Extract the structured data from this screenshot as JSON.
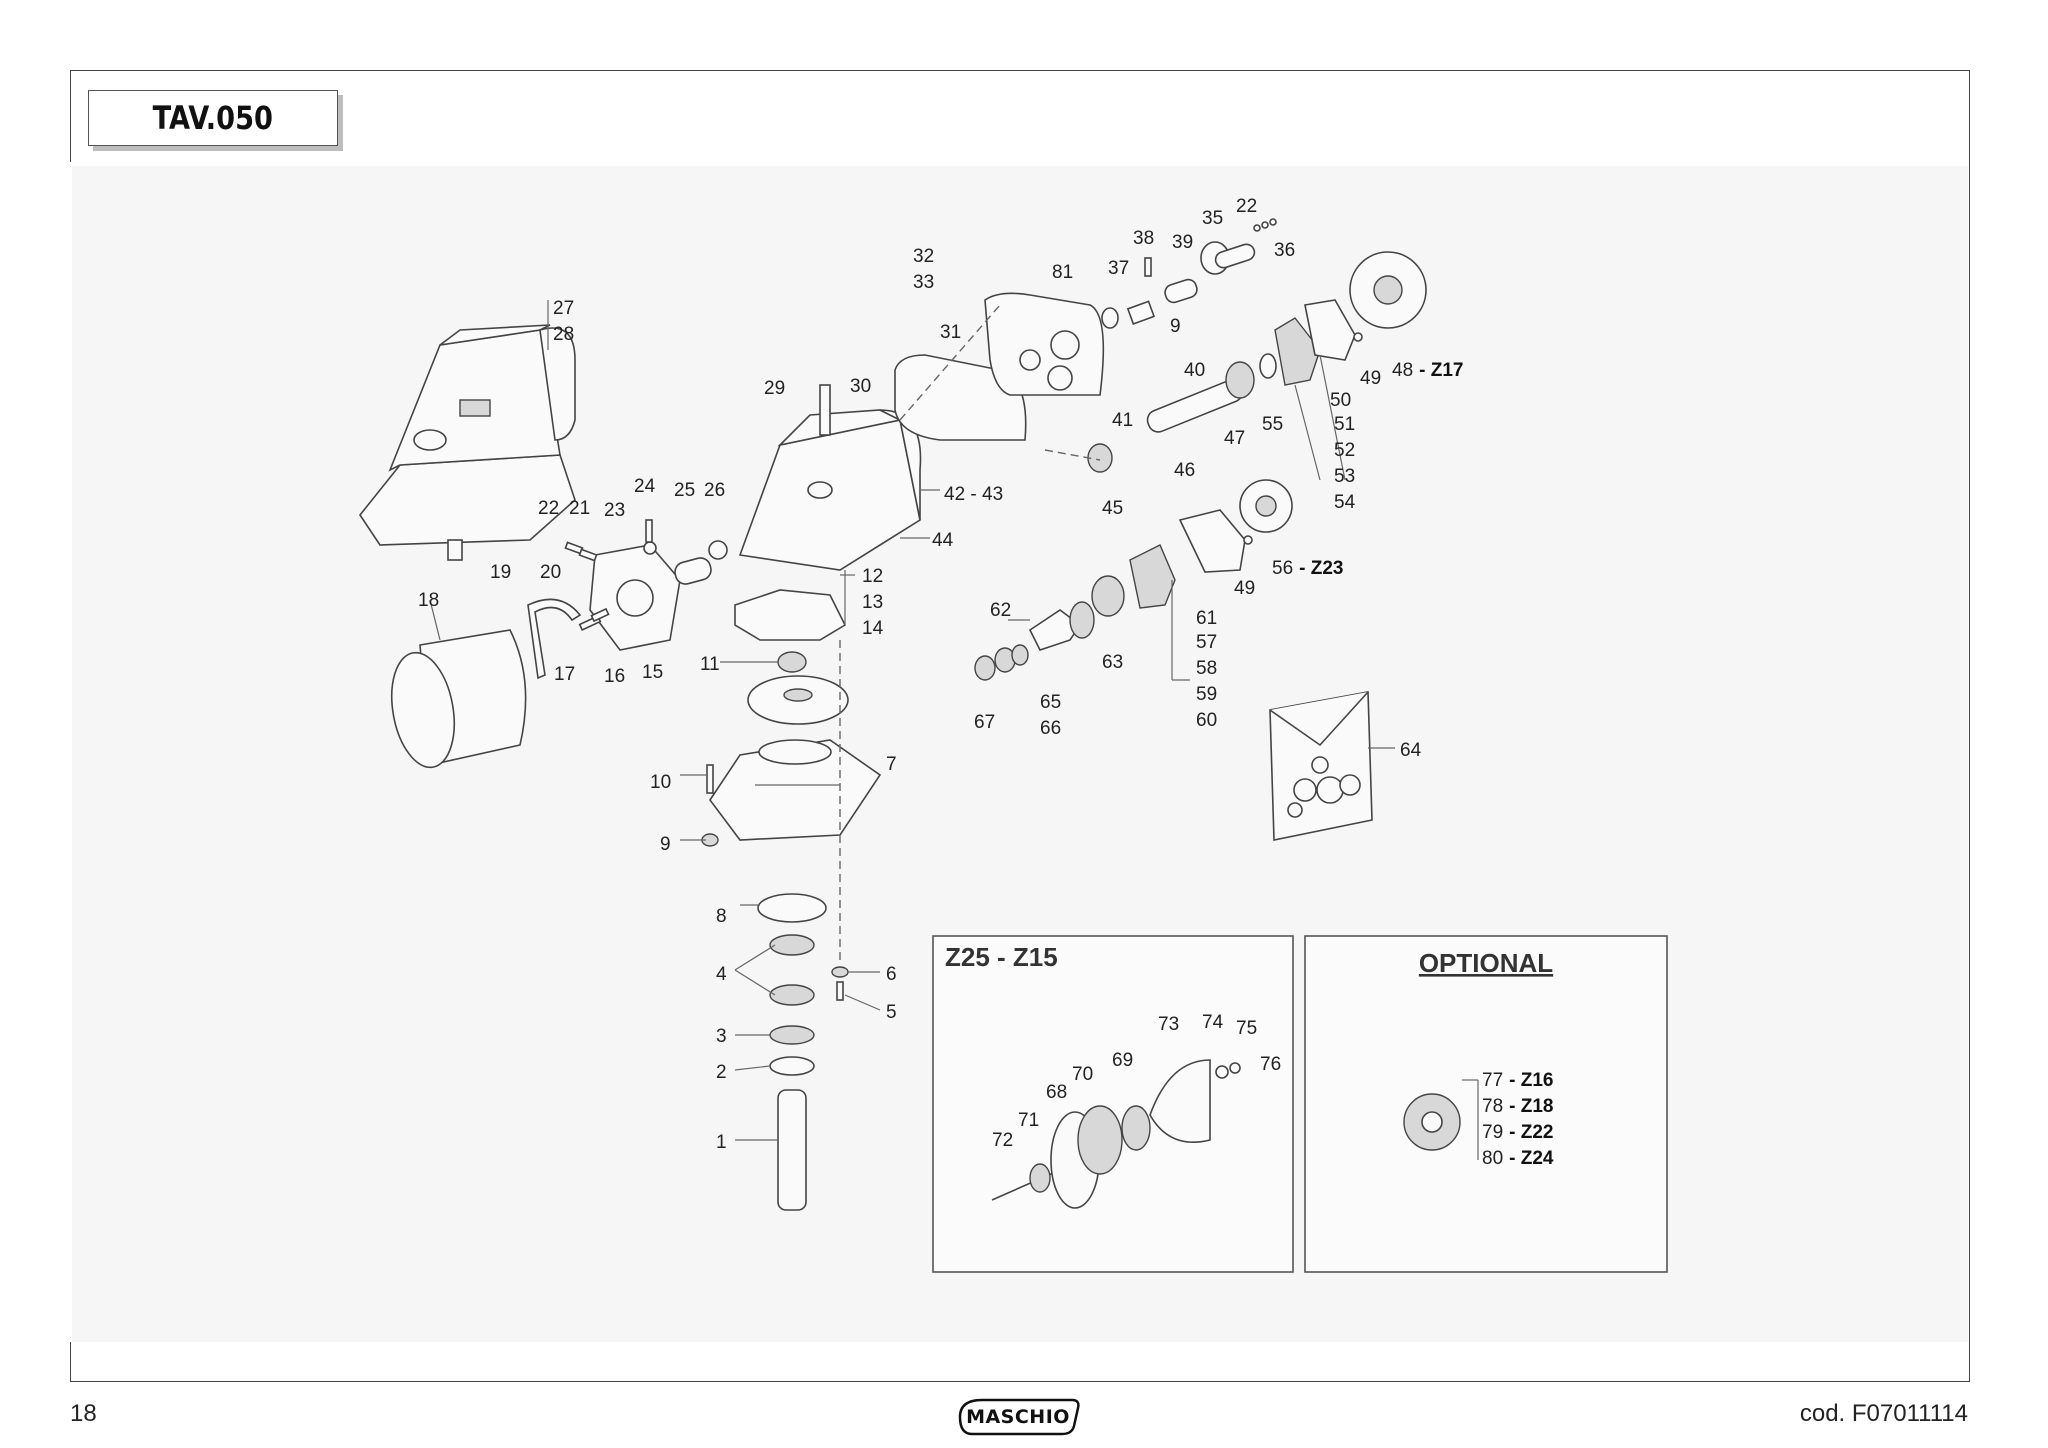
{
  "header": {
    "title": "TAV.050"
  },
  "footer": {
    "page_number": "18",
    "code": "cod.  F07011114",
    "logo_text": "MASCHIO"
  },
  "insets": {
    "gear_set": {
      "title": "Z25 - Z15"
    },
    "optional": {
      "title": "OPTIONAL"
    }
  },
  "callouts": [
    {
      "id": "c27",
      "text": "27"
    },
    {
      "id": "c28",
      "text": "28"
    },
    {
      "id": "c18",
      "text": "18"
    },
    {
      "id": "c19",
      "text": "19"
    },
    {
      "id": "c20",
      "text": "20"
    },
    {
      "id": "c22a",
      "text": "22"
    },
    {
      "id": "c21",
      "text": "21"
    },
    {
      "id": "c23",
      "text": "23"
    },
    {
      "id": "c24",
      "text": "24"
    },
    {
      "id": "c25",
      "text": "25"
    },
    {
      "id": "c26",
      "text": "26"
    },
    {
      "id": "c17",
      "text": "17"
    },
    {
      "id": "c16",
      "text": "16"
    },
    {
      "id": "c15",
      "text": "15"
    },
    {
      "id": "c29",
      "text": "29"
    },
    {
      "id": "c30",
      "text": "30"
    },
    {
      "id": "c31",
      "text": "31"
    },
    {
      "id": "c32",
      "text": "32"
    },
    {
      "id": "c33",
      "text": "33"
    },
    {
      "id": "c81",
      "text": "81"
    },
    {
      "id": "c37",
      "text": "37"
    },
    {
      "id": "c38",
      "text": "38"
    },
    {
      "id": "c39",
      "text": "39"
    },
    {
      "id": "c35",
      "text": "35"
    },
    {
      "id": "c22b",
      "text": "22"
    },
    {
      "id": "c36",
      "text": "36"
    },
    {
      "id": "c9a",
      "text": "9"
    },
    {
      "id": "c40",
      "text": "40"
    },
    {
      "id": "c41",
      "text": "41"
    },
    {
      "id": "c45",
      "text": "45"
    },
    {
      "id": "c46",
      "text": "46"
    },
    {
      "id": "c47",
      "text": "47"
    },
    {
      "id": "c55",
      "text": "55"
    },
    {
      "id": "c50",
      "text": "50"
    },
    {
      "id": "c51",
      "text": "51"
    },
    {
      "id": "c52",
      "text": "52"
    },
    {
      "id": "c53",
      "text": "53"
    },
    {
      "id": "c54",
      "text": "54"
    },
    {
      "id": "c49a",
      "text": "49"
    },
    {
      "id": "c48",
      "text": "48"
    },
    {
      "id": "c42",
      "text": "42 - 43"
    },
    {
      "id": "c44",
      "text": "44"
    },
    {
      "id": "c12",
      "text": "12"
    },
    {
      "id": "c13",
      "text": "13"
    },
    {
      "id": "c14",
      "text": "14"
    },
    {
      "id": "c11",
      "text": "11"
    },
    {
      "id": "c62",
      "text": "62"
    },
    {
      "id": "c63",
      "text": "63"
    },
    {
      "id": "c61",
      "text": "61"
    },
    {
      "id": "c57",
      "text": "57"
    },
    {
      "id": "c58",
      "text": "58"
    },
    {
      "id": "c59",
      "text": "59"
    },
    {
      "id": "c60",
      "text": "60"
    },
    {
      "id": "c49b",
      "text": "49"
    },
    {
      "id": "c56",
      "text": "56"
    },
    {
      "id": "c67",
      "text": "67"
    },
    {
      "id": "c65",
      "text": "65"
    },
    {
      "id": "c66",
      "text": "66"
    },
    {
      "id": "c64",
      "text": "64"
    },
    {
      "id": "c10",
      "text": "10"
    },
    {
      "id": "c7",
      "text": "7"
    },
    {
      "id": "c9b",
      "text": "9"
    },
    {
      "id": "c8",
      "text": "8"
    },
    {
      "id": "c4",
      "text": "4"
    },
    {
      "id": "c6",
      "text": "6"
    },
    {
      "id": "c5",
      "text": "5"
    },
    {
      "id": "c3",
      "text": "3"
    },
    {
      "id": "c2",
      "text": "2"
    },
    {
      "id": "c1",
      "text": "1"
    },
    {
      "id": "c73",
      "text": "73"
    },
    {
      "id": "c74",
      "text": "74"
    },
    {
      "id": "c75",
      "text": "75"
    },
    {
      "id": "c76",
      "text": "76"
    },
    {
      "id": "c69",
      "text": "69"
    },
    {
      "id": "c70",
      "text": "70"
    },
    {
      "id": "c68",
      "text": "68"
    },
    {
      "id": "c71",
      "text": "71"
    },
    {
      "id": "c72",
      "text": "72"
    },
    {
      "id": "c77",
      "text": "77"
    },
    {
      "id": "c78",
      "text": "78"
    },
    {
      "id": "c79",
      "text": "79"
    },
    {
      "id": "c80",
      "text": "80"
    }
  ],
  "gear_suffixes": {
    "c48": "- Z17",
    "c56": "- Z23",
    "c77": "- Z16",
    "c78": "- Z18",
    "c79": "- Z22",
    "c80": "- Z24"
  }
}
